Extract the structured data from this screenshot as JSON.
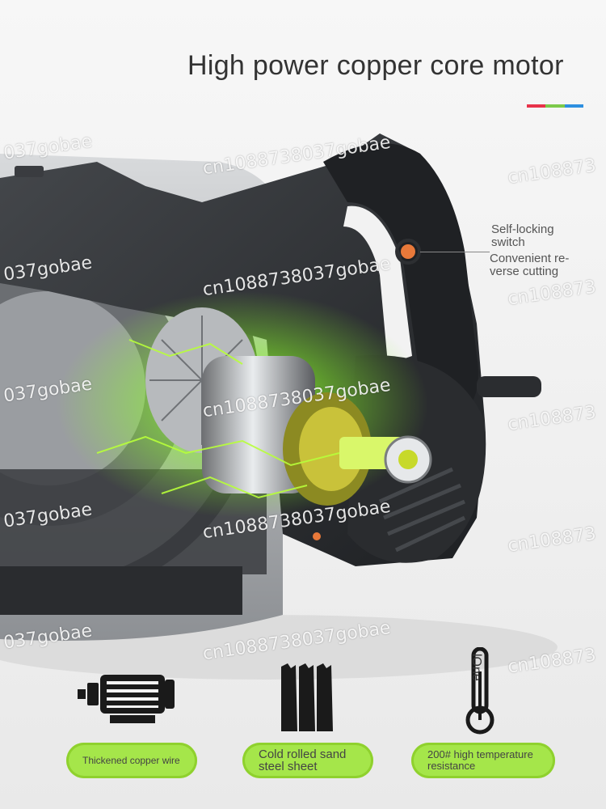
{
  "title": "High power copper core motor",
  "accent_colors": [
    "#e8334a",
    "#7cc94a",
    "#2d8fe0"
  ],
  "callouts": {
    "switch": "Self-locking switch",
    "cutting": "Convenient re-verse cutting"
  },
  "watermarks": [
    "037gobae",
    "cn1088738037gobae",
    "cn1088738037gobae",
    "cn108873",
    "037gobae",
    "cn1088738037gobae",
    "cn108873",
    "037gobae",
    "cn1088738037gobae",
    "cn108873",
    "037gobae",
    "cn1088738037gobae",
    "cn108873",
    "037gobae",
    "cn1088738037gobae",
    "cn108873"
  ],
  "thermometer_text": "lOne",
  "features": [
    {
      "label": "Thickened copper wire",
      "icon": "motor-icon"
    },
    {
      "label": "Cold rolled sand steel sheet",
      "icon": "steel-sheets-icon"
    },
    {
      "label": "200# high temperature resistance",
      "icon": "thermometer-icon"
    }
  ],
  "colors": {
    "pill": "#a5e64a",
    "glow": "#8cff2a",
    "body": "#2b2d30"
  }
}
